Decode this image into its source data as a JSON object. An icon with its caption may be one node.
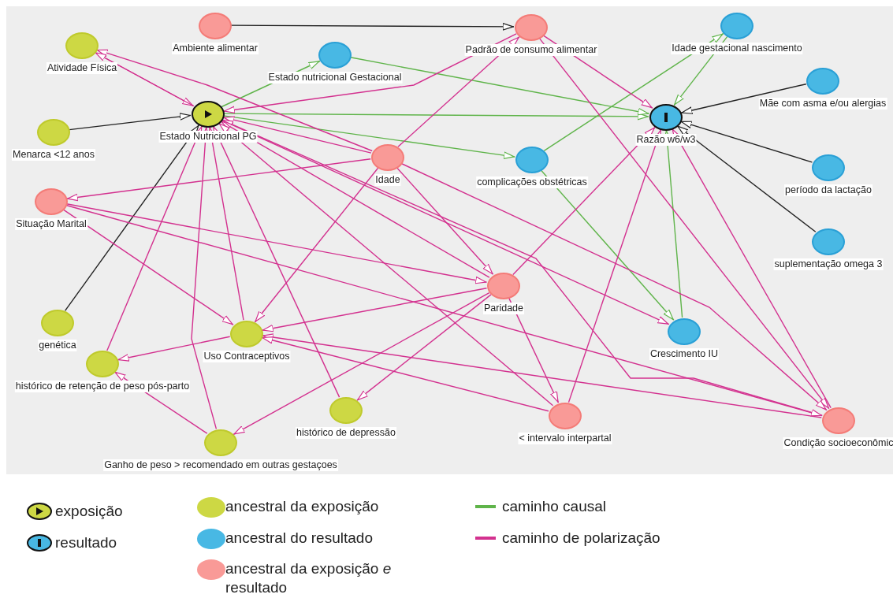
{
  "diagram": {
    "nodes": [
      {
        "text": [
          "Ambiente alimentar"
        ]
      },
      {
        "text": [
          "Padrão de consumo alimentar"
        ]
      },
      {
        "text": [
          "Atividade Física"
        ]
      },
      {
        "text": [
          "Estado nutricional Gestacional"
        ]
      },
      {
        "text": [
          "Idade gestacional nascimento"
        ]
      },
      {
        "text": [
          "Mãe com asma e/ou alergias"
        ]
      },
      {
        "text": [
          "Estado Nutricional PG"
        ]
      },
      {
        "text": [
          "Razão w6/w3"
        ]
      },
      {
        "text": [
          "Menarca <12 anos"
        ]
      },
      {
        "text": [
          "Idade"
        ]
      },
      {
        "text": [
          "complicações obstétricas"
        ]
      },
      {
        "text": [
          "período da lactação"
        ]
      },
      {
        "text": [
          "Situação Marital"
        ]
      },
      {
        "text": [
          "suplementação omega 3"
        ]
      },
      {
        "text": [
          "Paridade"
        ]
      },
      {
        "text": [
          "genética"
        ]
      },
      {
        "text": [
          "Uso Contraceptivos"
        ]
      },
      {
        "text": [
          "Crescimento IU"
        ]
      },
      {
        "text": [
          "histórico de retenção de peso pós-parto"
        ]
      },
      {
        "text": [
          "histórico de depressão"
        ]
      },
      {
        "text": [
          "< intervalo interpartal"
        ]
      },
      {
        "text": [
          "Ganho de peso > recomendado em outras gestaçoes"
        ]
      },
      {
        "text": [
          "Condição socioeconômic"
        ]
      }
    ],
    "edges": [
      {
        "from": 0,
        "to": 1,
        "arrow": "to",
        "color": "#222222"
      },
      {
        "from": 8,
        "to": 6,
        "arrow": "to",
        "color": "#222222"
      },
      {
        "from": 15,
        "to": 6,
        "arrow": "to",
        "color": "#222222"
      },
      {
        "from": 5,
        "to": 7,
        "arrow": "to",
        "color": "#222222"
      },
      {
        "from": 11,
        "to": 7,
        "arrow": "to",
        "color": "#222222"
      },
      {
        "from": 13,
        "to": 7,
        "arrow": "to",
        "color": "#222222"
      },
      {
        "from": 6,
        "to": 3,
        "arrow": "to",
        "color": "#5fb44a"
      },
      {
        "from": 6,
        "to": 7,
        "arrow": "to",
        "color": "#5fb44a"
      },
      {
        "from": 6,
        "to": 10,
        "arrow": "to",
        "color": "#5fb44a"
      },
      {
        "from": 3,
        "to": 7,
        "arrow": "to",
        "color": "#5fb44a"
      },
      {
        "from": 10,
        "to": 4,
        "arrow": "to",
        "color": "#5fb44a"
      },
      {
        "from": 4,
        "to": 7,
        "arrow": "to",
        "color": "#5fb44a"
      },
      {
        "from": 10,
        "to": 17,
        "arrow": "to",
        "color": "#5fb44a"
      },
      {
        "from": 17,
        "to": 7,
        "arrow": "to",
        "color": "#5fb44a"
      },
      {
        "from": 9,
        "to": 1,
        "arrow": "to"
      },
      {
        "from": 1,
        "to": 6,
        "arrow": "to"
      },
      {
        "from": 1,
        "to": 7,
        "arrow": "to"
      },
      {
        "from": 1,
        "to": 22,
        "arrow": "to"
      },
      {
        "from": 2,
        "to": 6,
        "arrow": "to"
      },
      {
        "from": 9,
        "to": 2,
        "arrow": "to"
      },
      {
        "from": 6,
        "to": 2,
        "arrow": "to"
      },
      {
        "from": 9,
        "to": 6,
        "arrow": "to"
      },
      {
        "from": 14,
        "to": 6,
        "arrow": "to"
      },
      {
        "from": 16,
        "to": 6,
        "arrow": "to"
      },
      {
        "from": 18,
        "to": 6,
        "arrow": "to"
      },
      {
        "from": 19,
        "to": 6,
        "arrow": "to"
      },
      {
        "from": 21,
        "to": 6,
        "arrow": "to"
      },
      {
        "from": 20,
        "to": 6,
        "arrow": "to"
      },
      {
        "from": 22,
        "to": 6,
        "arrow": "to"
      },
      {
        "from": 9,
        "to": 12,
        "arrow": "to"
      },
      {
        "from": 12,
        "to": 16,
        "arrow": "to"
      },
      {
        "from": 9,
        "to": 16,
        "arrow": "to"
      },
      {
        "from": 14,
        "to": 16,
        "arrow": "to"
      },
      {
        "from": 22,
        "to": 16,
        "arrow": "to"
      },
      {
        "from": 20,
        "to": 16,
        "arrow": "to"
      },
      {
        "from": 16,
        "to": 18,
        "arrow": "to"
      },
      {
        "from": 21,
        "to": 18,
        "arrow": "to"
      },
      {
        "from": 14,
        "to": 21,
        "arrow": "to"
      },
      {
        "from": 14,
        "to": 19,
        "arrow": "to"
      },
      {
        "from": 14,
        "to": 20,
        "arrow": "to"
      },
      {
        "from": 20,
        "to": 7,
        "arrow": "to"
      },
      {
        "from": 14,
        "to": 7,
        "arrow": "to"
      },
      {
        "from": 9,
        "to": 14,
        "arrow": "to"
      },
      {
        "from": 12,
        "to": 14,
        "arrow": "to"
      },
      {
        "from": 12,
        "to": 22,
        "arrow": "to"
      },
      {
        "from": 9,
        "to": 22,
        "arrow": "to"
      },
      {
        "from": 22,
        "to": 7,
        "arrow": "to"
      },
      {
        "from": 6,
        "to": 17,
        "arrow": "to"
      }
    ],
    "legend": [
      {
        "text": "exposição"
      },
      {
        "text": "resultado"
      },
      {
        "text": "ancestral da exposição",
        "color": "#cdd844"
      },
      {
        "text": "ancestral do resultado",
        "color": "#48b8e4"
      },
      {
        "text": "ancestral da exposição *e* resultado",
        "color": "#f99a97"
      },
      {
        "text": "caminho causal",
        "color": "#5fb44a"
      },
      {
        "text": "caminho de polarização",
        "color": "#d3318f"
      }
    ]
  }
}
